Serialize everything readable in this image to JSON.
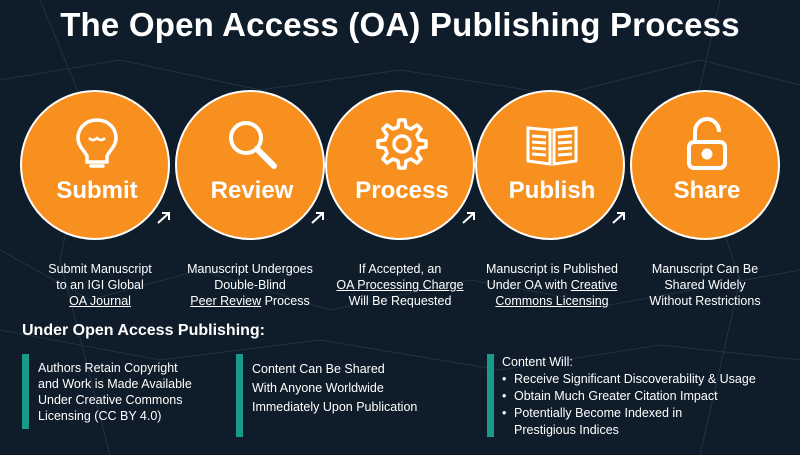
{
  "title": "The Open Access (OA) Publishing Process",
  "steps": [
    {
      "label": "Submit",
      "icon": "lightbulb-icon",
      "desc": [
        "Submit Manuscript",
        "to an IGI Global"
      ],
      "desc_link": "OA Journal"
    },
    {
      "label": "Review",
      "icon": "magnifier-icon",
      "desc": [
        "Manuscript Undergoes",
        "Double-Blind"
      ],
      "desc_link": "Peer Review",
      "desc_tail": " Process"
    },
    {
      "label": "Process",
      "icon": "gear-icon",
      "desc": [
        "If Accepted, an"
      ],
      "desc_link": "OA Processing Charge",
      "desc_after": "Will Be Requested"
    },
    {
      "label": "Publish",
      "icon": "open-book-icon",
      "desc": [
        "Manuscript is Published",
        "Under OA with "
      ],
      "desc_link": "Creative",
      "desc_link2": "Commons Licensing"
    },
    {
      "label": "Share",
      "icon": "open-lock-icon",
      "desc": [
        "Manuscript Can Be",
        "Shared Widely",
        "Without Restrictions"
      ]
    }
  ],
  "section_title": "Under Open Access Publishing:",
  "box1": [
    "Authors Retain Copyright",
    "and Work is Made Available",
    "Under Creative Commons",
    "Licensing (CC BY 4.0)"
  ],
  "box2": [
    "Content Can Be Shared",
    "With Anyone Worldwide",
    "Immediately Upon Publication"
  ],
  "box3_head": "Content Will:",
  "box3_items": [
    "Receive Significant Discoverability & Usage",
    "Obtain Much Greater Citation Impact",
    "Potentially Become Indexed in"
  ],
  "box3_tail": "Prestigious Indices",
  "colors": {
    "accent": "#f7901e",
    "bar": "#1a9a8a",
    "background": "#0f1d2a"
  }
}
